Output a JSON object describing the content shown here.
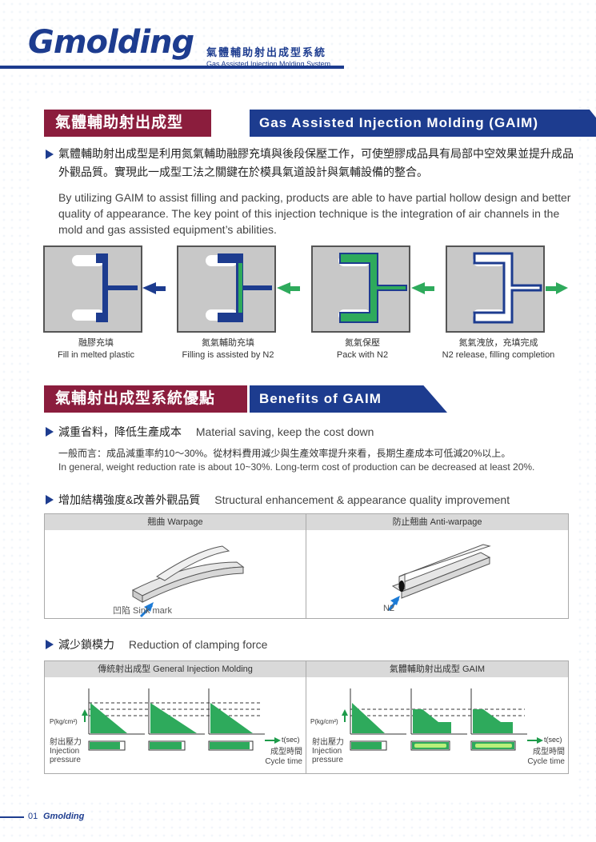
{
  "header": {
    "logo": "Gmolding",
    "title_zh": "氣體輔助射出成型系統",
    "title_en": "Gas Assisted Injection Molding System"
  },
  "section1": {
    "title_zh": "氣體輔助射出成型",
    "title_en": "Gas Assisted Injection Molding (GAIM)",
    "intro_zh": "氣體輔助射出成型是利用氮氣輔助融膠充填與後段保壓工作，可使塑膠成品具有局部中空效果並提升成品外觀品質。實現此一成型工法之關鍵在於模具氣道設計與氣輔設備的整合。",
    "intro_en": "By utilizing GAIM to assist filling and packing, products are able to have partial hollow design and better quality of appearance. The key point of this injection technique is the integration of air channels in the mold and gas assisted equipment’s abilities.",
    "steps": [
      {
        "zh": "融膠充填",
        "en": "Fill in melted plastic"
      },
      {
        "zh": "氮氣輔助充填",
        "en": "Filling is assisted by N2"
      },
      {
        "zh": "氮氣保壓",
        "en": "Pack with N2"
      },
      {
        "zh": "氮氣洩放，充填完成",
        "en": "N2 release, filling completion"
      }
    ]
  },
  "section2": {
    "title_zh": "氣輔射出成型系統優點",
    "title_en": "Benefits of GAIM",
    "b1": {
      "title_zh": "減重省料，降低生產成本",
      "title_en": "Material saving,  keep the cost down",
      "body_zh": "一般而言：成品減重率約10～30%。從材料費用減少與生產效率提升來看，長期生產成本可低減20%以上。",
      "body_en": "In general, weight reduction rate is about 10~30%. Long-term cost of production can be decreased at least 20%."
    },
    "b2": {
      "title_zh": "增加結構強度&改善外觀品質",
      "title_en": "Structural enhancement & appearance quality improvement",
      "col_left": "翹曲  Warpage",
      "col_right": "防止翹曲  Anti-warpage",
      "sink": "凹陷  Sink mark",
      "n2": "N2"
    },
    "b3": {
      "title_zh": "減少鎖模力",
      "title_en": "Reduction of clamping force",
      "col_left": "傳統射出成型    General Injection Molding",
      "col_right": "氣體輔助射出成型    GAIM",
      "y_label": "P(kg/cm²)",
      "x_label": "t(sec)",
      "inj_zh": "射出壓力",
      "inj_en1": "Injection",
      "inj_en2": "pressure",
      "cyc_zh": "成型時間",
      "cyc_en": "Cycle time"
    }
  },
  "footer": {
    "page": "01",
    "brand": "Gmolding"
  },
  "colors": {
    "navy": "#1d3c8f",
    "maroon": "#8b1d3d",
    "green": "#2eaa5c",
    "gray": "#c8c8c8"
  }
}
